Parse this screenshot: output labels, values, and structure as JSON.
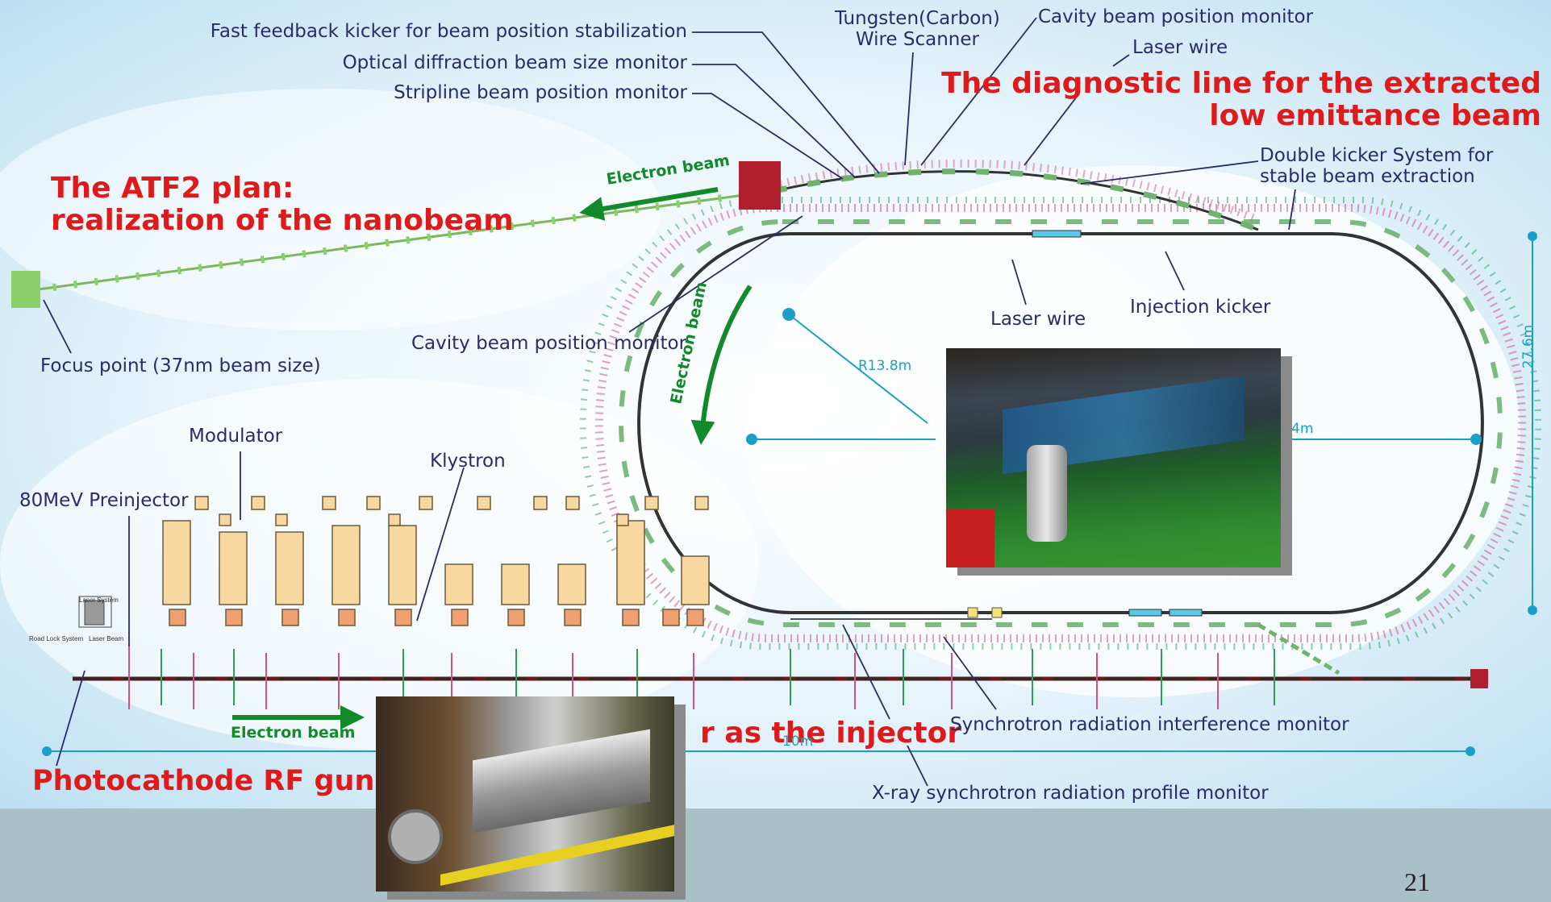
{
  "labels": {
    "fast_feedback": "Fast feedback kicker for beam position stabilization",
    "optical_diffraction": "Optical diffraction beam size monitor",
    "stripline": "Stripline beam position monitor",
    "tungsten": "Tungsten(Carbon)\nWire Scanner",
    "cavity_top": "Cavity beam position monitor",
    "laser_wire_top": "Laser wire",
    "double_kicker": "Double kicker System for\nstable beam extraction",
    "cavity_mid": "Cavity beam position monitor",
    "focus_point": "Focus point (37nm beam size)",
    "laser_wire_ring": "Laser wire",
    "injection_kicker": "Injection kicker",
    "modulator": "Modulator",
    "klystron": "Klystron",
    "preinjector": "80MeV Preinjector",
    "sr_interference": "Synchrotron radiation interference monitor",
    "xray_profile": "X-ray synchrotron radiation profile monitor",
    "laser_system": "Laser System",
    "road_lock": "Road Lock System",
    "laser_beam": "Laser Beam"
  },
  "titles": {
    "diagnostic": "The diagnostic line for the extracted\nlow emittance beam",
    "atf2": "The ATF2 plan:\nrealization of the nanobeam",
    "injector": "r as the injector",
    "rf_gun": "Photocathode RF gun"
  },
  "beams": {
    "top": "Electron beam",
    "ring": "Electron beam",
    "bottom": "Electron beam"
  },
  "dimensions": {
    "radius": "R13.8m",
    "height": "27.6m",
    "width_partial": "4m",
    "length_partial": "10m"
  },
  "page_number": "21",
  "colors": {
    "background": "#d6ecf7",
    "label_blue": "#2a2a6e",
    "title_red": "#e01a1a",
    "beam_green": "#128a2a",
    "dim_cyan": "#1aa0c8",
    "slide_bg": "#a8c0c6"
  }
}
